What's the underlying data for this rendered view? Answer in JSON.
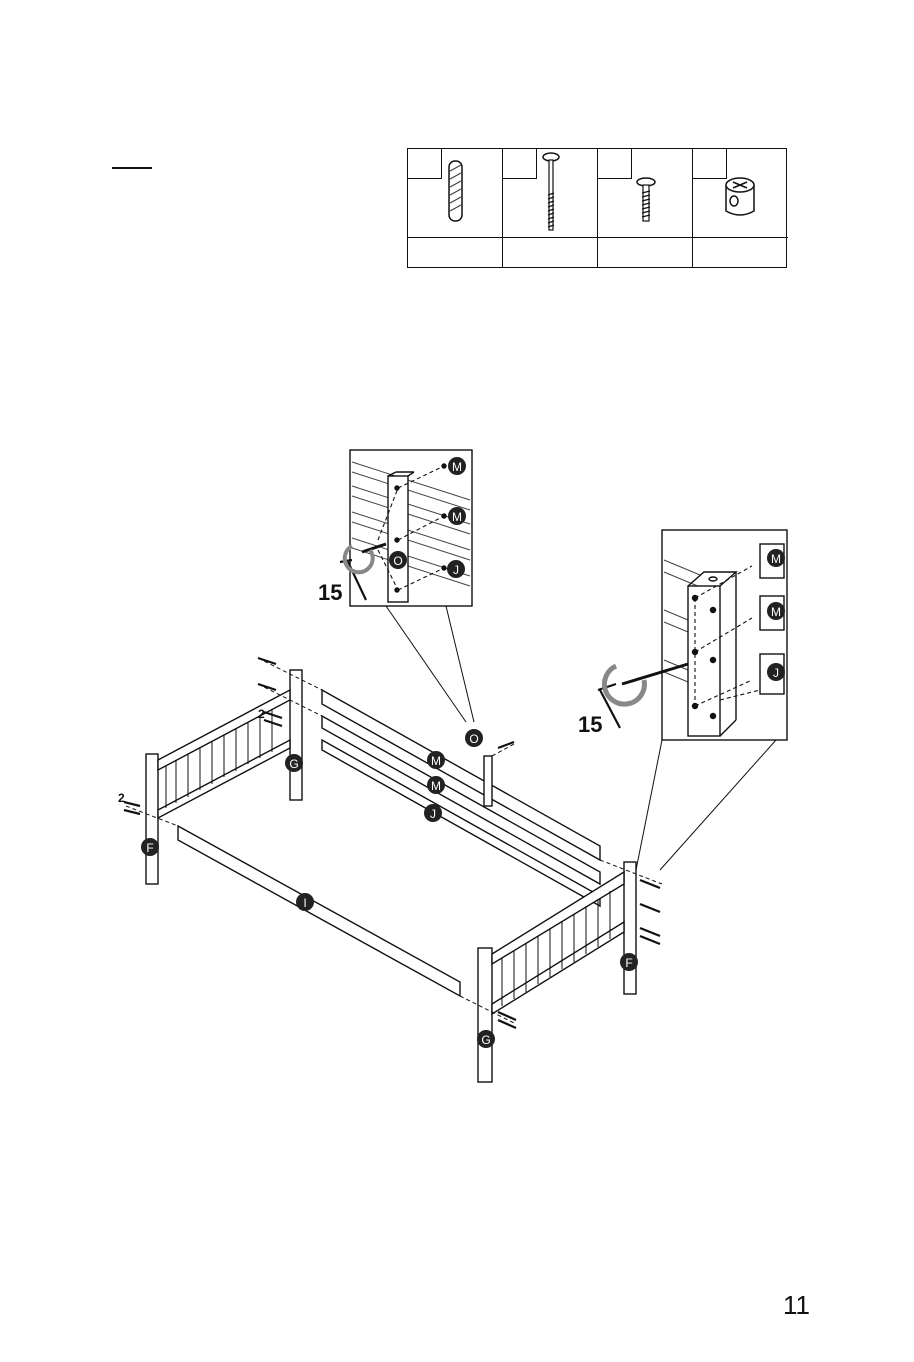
{
  "page": {
    "number": "11"
  },
  "parts": [
    {
      "id": "",
      "icon": "wooden-dowel-icon",
      "qty": ""
    },
    {
      "id": "",
      "icon": "long-bolt-icon",
      "qty": ""
    },
    {
      "id": "",
      "icon": "short-bolt-icon",
      "qty": ""
    },
    {
      "id": "",
      "icon": "barrel-nut-icon",
      "qty": ""
    }
  ],
  "labels": {
    "M": "M",
    "J": "J",
    "O": "O",
    "G": "G",
    "F": "F",
    "I": "I",
    "two": "2",
    "tool": "15"
  }
}
